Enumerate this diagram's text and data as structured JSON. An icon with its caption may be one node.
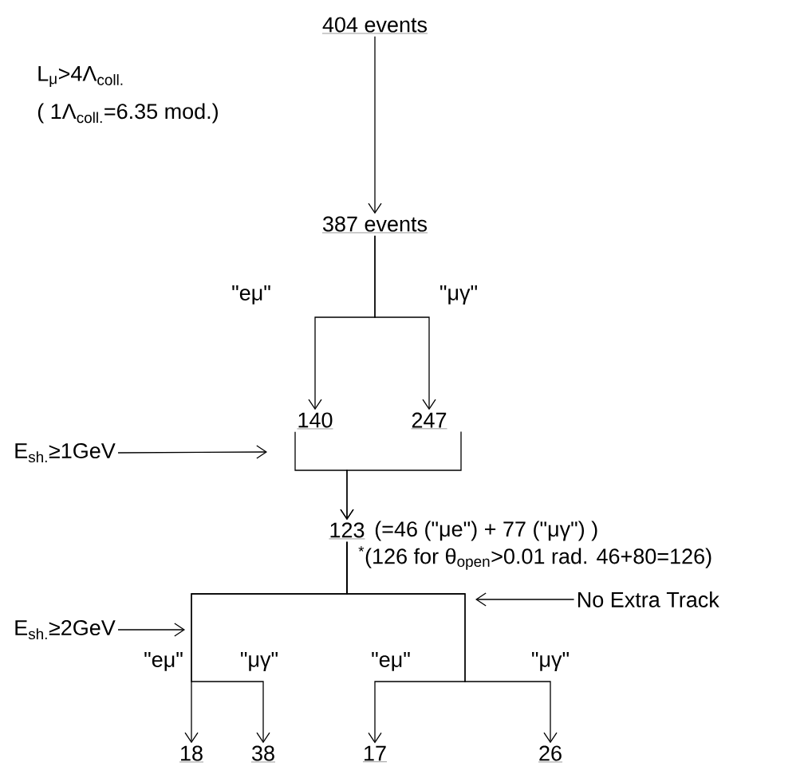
{
  "diagram": {
    "nodes": [
      {
        "text": [
          "404 events"
        ]
      },
      {
        "text": [
          "387 events"
        ]
      },
      {
        "text": [
          "140"
        ]
      },
      {
        "text": [
          "247"
        ]
      },
      {
        "text": [
          "123"
        ],
        "beside": [
          "(=46 (\"μe\") + 77 (\"μγ\") )",
          "$^{*}$(126 for θ$_{open}$>0.01 rad. 46+80=126)"
        ]
      },
      {
        "text": [
          "18"
        ]
      },
      {
        "text": [
          "38"
        ]
      },
      {
        "text": [
          "17"
        ]
      },
      {
        "text": [
          "26"
        ]
      },
      {
        "text": [
          "E$_{sh.}$≥1GeV"
        ]
      },
      {
        "text": [
          "E$_{sh.}$≥2GeV"
        ]
      },
      {
        "text": [
          "No Extra Track"
        ]
      }
    ],
    "edges": [
      {
        "from": 0,
        "to": 1,
        "arrow": "to"
      },
      {
        "from": 1,
        "to": 2,
        "arrow": "to",
        "label": "\"eμ\""
      },
      {
        "from": 1,
        "to": 3,
        "arrow": "to",
        "label": "\"μγ\""
      },
      {
        "from": 2,
        "to": 4,
        "arrow": "to"
      },
      {
        "from": 3,
        "to": 4,
        "arrow": "to"
      },
      {
        "from": 4,
        "to": 5,
        "arrow": "to",
        "label": "\"eμ\""
      },
      {
        "from": 4,
        "to": 6,
        "arrow": "to",
        "label": "\"μγ\""
      },
      {
        "from": 4,
        "to": 7,
        "arrow": "to",
        "label": "\"eμ\""
      },
      {
        "from": 4,
        "to": 8,
        "arrow": "to",
        "label": "\"μγ\""
      },
      {
        "from": 9,
        "to": null,
        "arrow": "to"
      },
      {
        "from": 10,
        "to": null,
        "arrow": "to"
      },
      {
        "from": 11,
        "to": null,
        "arrow": "to"
      }
    ],
    "labels": [
      "L$_{μ}$>4Λ$_{coll.}$",
      "( 1Λ$_{coll.}$=6.35 mod.)"
    ]
  }
}
